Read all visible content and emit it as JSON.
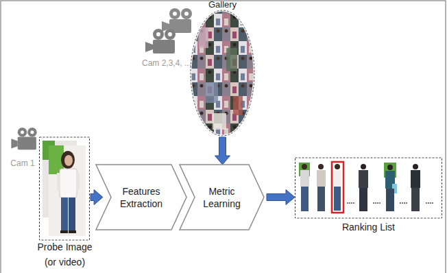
{
  "diagram": {
    "nodes": [
      {
        "text": [
          "Gallery"
        ]
      },
      {
        "text": [
          "Probe Image (or video)"
        ]
      },
      {
        "text": [
          "Features Extraction"
        ]
      },
      {
        "text": [
          "Metric Learning"
        ]
      },
      {
        "text": [
          "Ranking List"
        ]
      }
    ],
    "edges": [
      {
        "from": 0,
        "to": 3,
        "arrow": "to"
      },
      {
        "from": 1,
        "to": 2,
        "arrow": "to"
      },
      {
        "from": 3,
        "to": 4,
        "arrow": "to"
      }
    ],
    "labels": [
      "Cam 2,3,4, ...",
      "Cam 1"
    ]
  }
}
